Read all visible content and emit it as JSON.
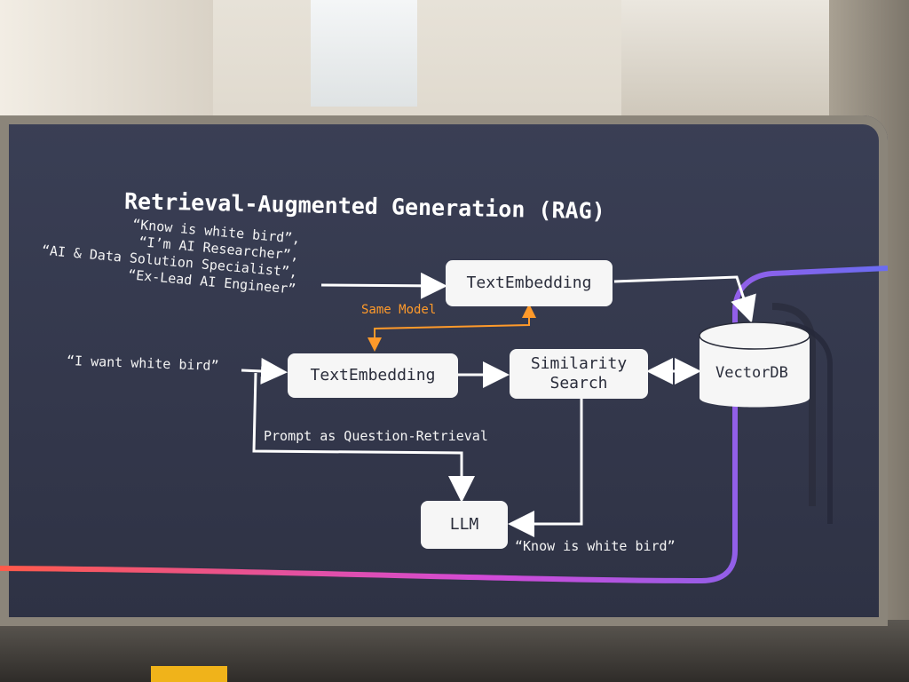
{
  "slide": {
    "title": "Retrieval-Augmented Generation (RAG)",
    "documents": [
      "“Know is white bird”,",
      "“I’m AI Researcher”,",
      "“AI & Data Solution Specialist”,",
      "“Ex-Lead AI Engineer”"
    ],
    "query": "“I want white bird”",
    "nodes": {
      "embed_top": "TextEmbedding",
      "embed_bottom": "TextEmbedding",
      "similarity_line1": "Similarity",
      "similarity_line2": "Search",
      "vectordb": "VectorDB",
      "llm": "LLM"
    },
    "labels": {
      "same_model": "Same Model",
      "prompt": "Prompt as Question-Retrieval",
      "result": "“Know is white bird”"
    },
    "colors": {
      "background": "#33374b",
      "box": "#f6f6f6",
      "accent_orange": "#ff9a2a",
      "line_white": "#ffffff",
      "gradient_start": "#ff5a4a",
      "gradient_mid": "#d24ad8",
      "gradient_end": "#6a6cf2"
    }
  }
}
